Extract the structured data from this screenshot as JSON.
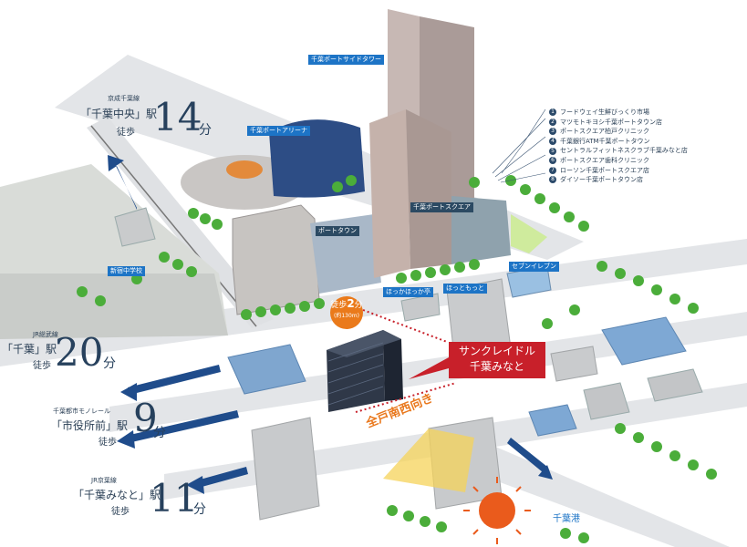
{
  "colors": {
    "accent_blue": "#1d74c6",
    "label_dark": "#2c4a63",
    "brand_red": "#c8202a",
    "orange": "#ea7a1b",
    "tree": "#4bad3a",
    "road": "#d6d8db",
    "text_navy": "#27415d"
  },
  "buildings": {
    "side_tower": "千葉ポートサイドタワー",
    "arena": "千葉ポートアリーナ",
    "port_town": "ポートタウン",
    "port_square": "千葉ポートスクエア",
    "seven_eleven": "セブンイレブン",
    "hokka_hokka": "ほっかほっか亭",
    "hotto_motto": "ほっともっと",
    "shinjuku_jhs": "新宿中学校"
  },
  "stations": [
    {
      "line": "京成千葉線",
      "name": "「千葉中央」駅",
      "walk": "徒歩",
      "minutes": "14",
      "unit": "分"
    },
    {
      "line": "JR総武線",
      "name": "「千葉」駅",
      "walk": "徒歩",
      "minutes": "20",
      "unit": "分"
    },
    {
      "line": "千葉都市モノレール",
      "name": "「市役所前」駅",
      "walk": "徒歩",
      "minutes": "9",
      "unit": "分"
    },
    {
      "line": "JR京葉線",
      "name": "「千葉みなと」駅",
      "walk": "徒歩",
      "minutes": "11",
      "unit": "分"
    }
  ],
  "legend": [
    {
      "no": "1",
      "text": "フードウェイ生鮮びっくり市場"
    },
    {
      "no": "2",
      "text": "マツモトキヨシ千葉ポートタウン店"
    },
    {
      "no": "3",
      "text": "ポートスクエア柏戸クリニック"
    },
    {
      "no": "4",
      "text": "千葉銀行ATM千葉ポートタウン"
    },
    {
      "no": "5",
      "text": "セントラルフィットネスクラブ千葉みなと店"
    },
    {
      "no": "6",
      "text": "ポートスクエア歯科クリニック"
    },
    {
      "no": "7",
      "text": "ローソン千葉ポートスクエア店"
    },
    {
      "no": "8",
      "text": "ダイソー千葉ポートタウン店"
    }
  ],
  "walk_badge": {
    "top": "徒歩",
    "minutes": "2",
    "unit": "分",
    "distance": "(約130m)"
  },
  "property": {
    "line1": "サンクレイドル",
    "line2": "千葉みなと"
  },
  "facing": "全戸南西向き",
  "port": "千葉港"
}
